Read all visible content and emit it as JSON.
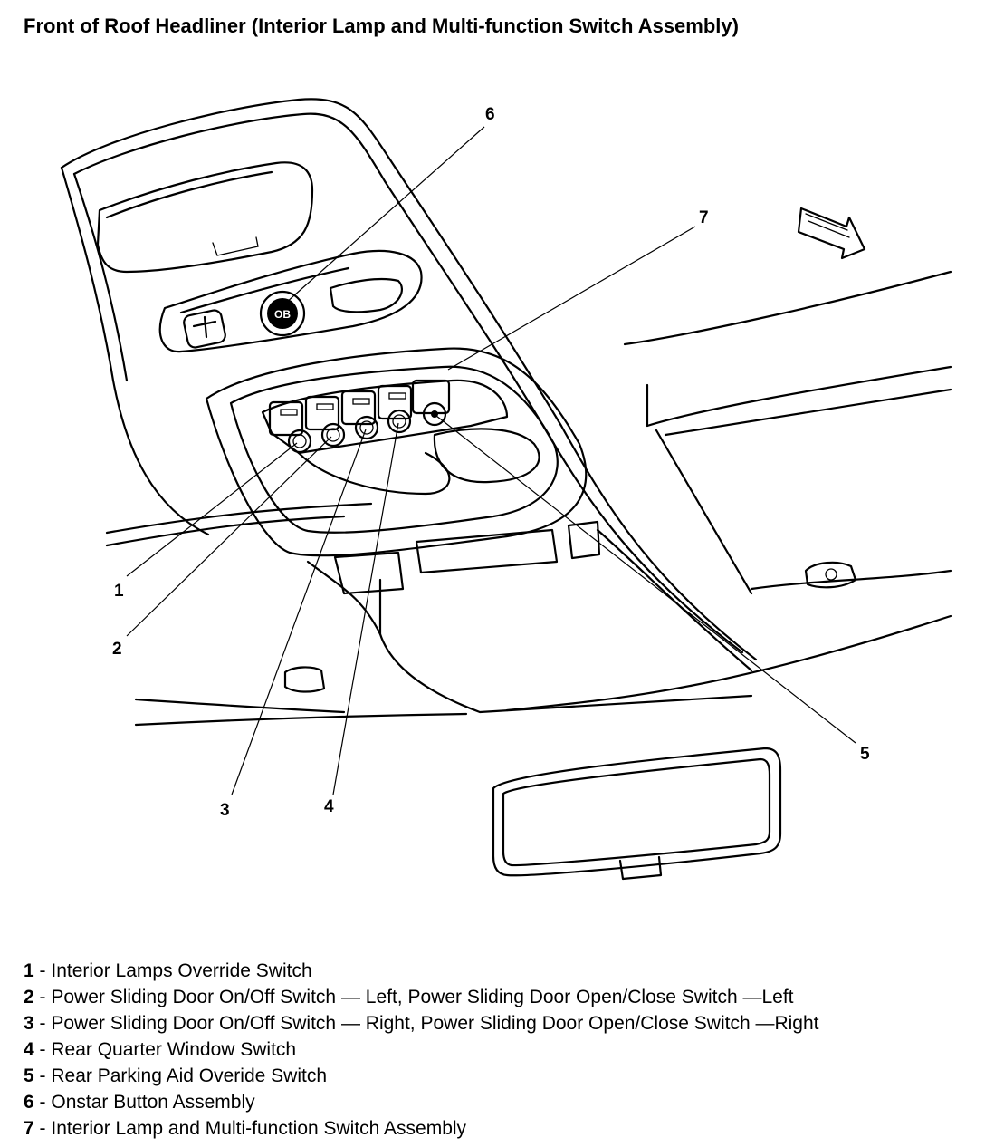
{
  "title": "Front of Roof Headliner (Interior Lamp and Multi-function Switch Assembly)",
  "callouts": [
    {
      "num": "1"
    },
    {
      "num": "2"
    },
    {
      "num": "3"
    },
    {
      "num": "4"
    },
    {
      "num": "5"
    },
    {
      "num": "6"
    },
    {
      "num": "7"
    }
  ],
  "onstar_button_text": "OB",
  "legend": [
    {
      "num": "1",
      "sep": " - ",
      "text": "Interior Lamps Override Switch"
    },
    {
      "num": "2",
      "sep": " - ",
      "text": "Power Sliding Door On/Off Switch — Left, Power Sliding Door Open/Close Switch —Left"
    },
    {
      "num": "3",
      "sep": " - ",
      "text": "Power Sliding Door On/Off Switch — Right, Power Sliding Door Open/Close Switch —Right"
    },
    {
      "num": "4",
      "sep": " - ",
      "text": "Rear Quarter Window Switch"
    },
    {
      "num": "5",
      "sep": " - ",
      "text": "Rear Parking Aid Overide Switch"
    },
    {
      "num": "6",
      "sep": " - ",
      "text": "Onstar Button Assembly"
    },
    {
      "num": "7",
      "sep": " - ",
      "text": "Interior Lamp and Multi-function Switch Assembly"
    }
  ]
}
